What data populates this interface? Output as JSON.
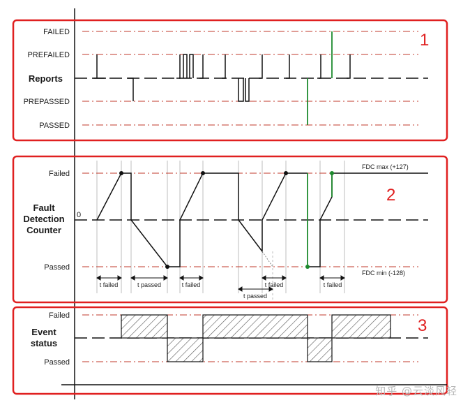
{
  "panels": [
    {
      "number": "1",
      "axis_label": "Reports",
      "levels": [
        "FAILED",
        "PREFAILED",
        "PREPASSED",
        "PASSED"
      ]
    },
    {
      "number": "2",
      "axis_label": [
        "Fault",
        "Detection",
        "Counter"
      ],
      "levels": [
        "Failed",
        "0",
        "Passed"
      ],
      "max_label": "FDC max (+127)",
      "min_label": "FDC min (-128)",
      "intervals": [
        "t failed",
        "t passed",
        "t failed",
        "t passed",
        "t failed",
        "t failed"
      ]
    },
    {
      "number": "3",
      "axis_label": [
        "Event",
        "status"
      ],
      "levels": [
        "Failed",
        "Passed"
      ]
    }
  ],
  "watermark": "知乎 @云淡风轻",
  "colors": {
    "frame": "#e02020",
    "threshold": "#c0392b",
    "signal": "#111111",
    "transition": "#1e8a2e",
    "guide": "#bdbdbd",
    "hatch": "#555555"
  }
}
